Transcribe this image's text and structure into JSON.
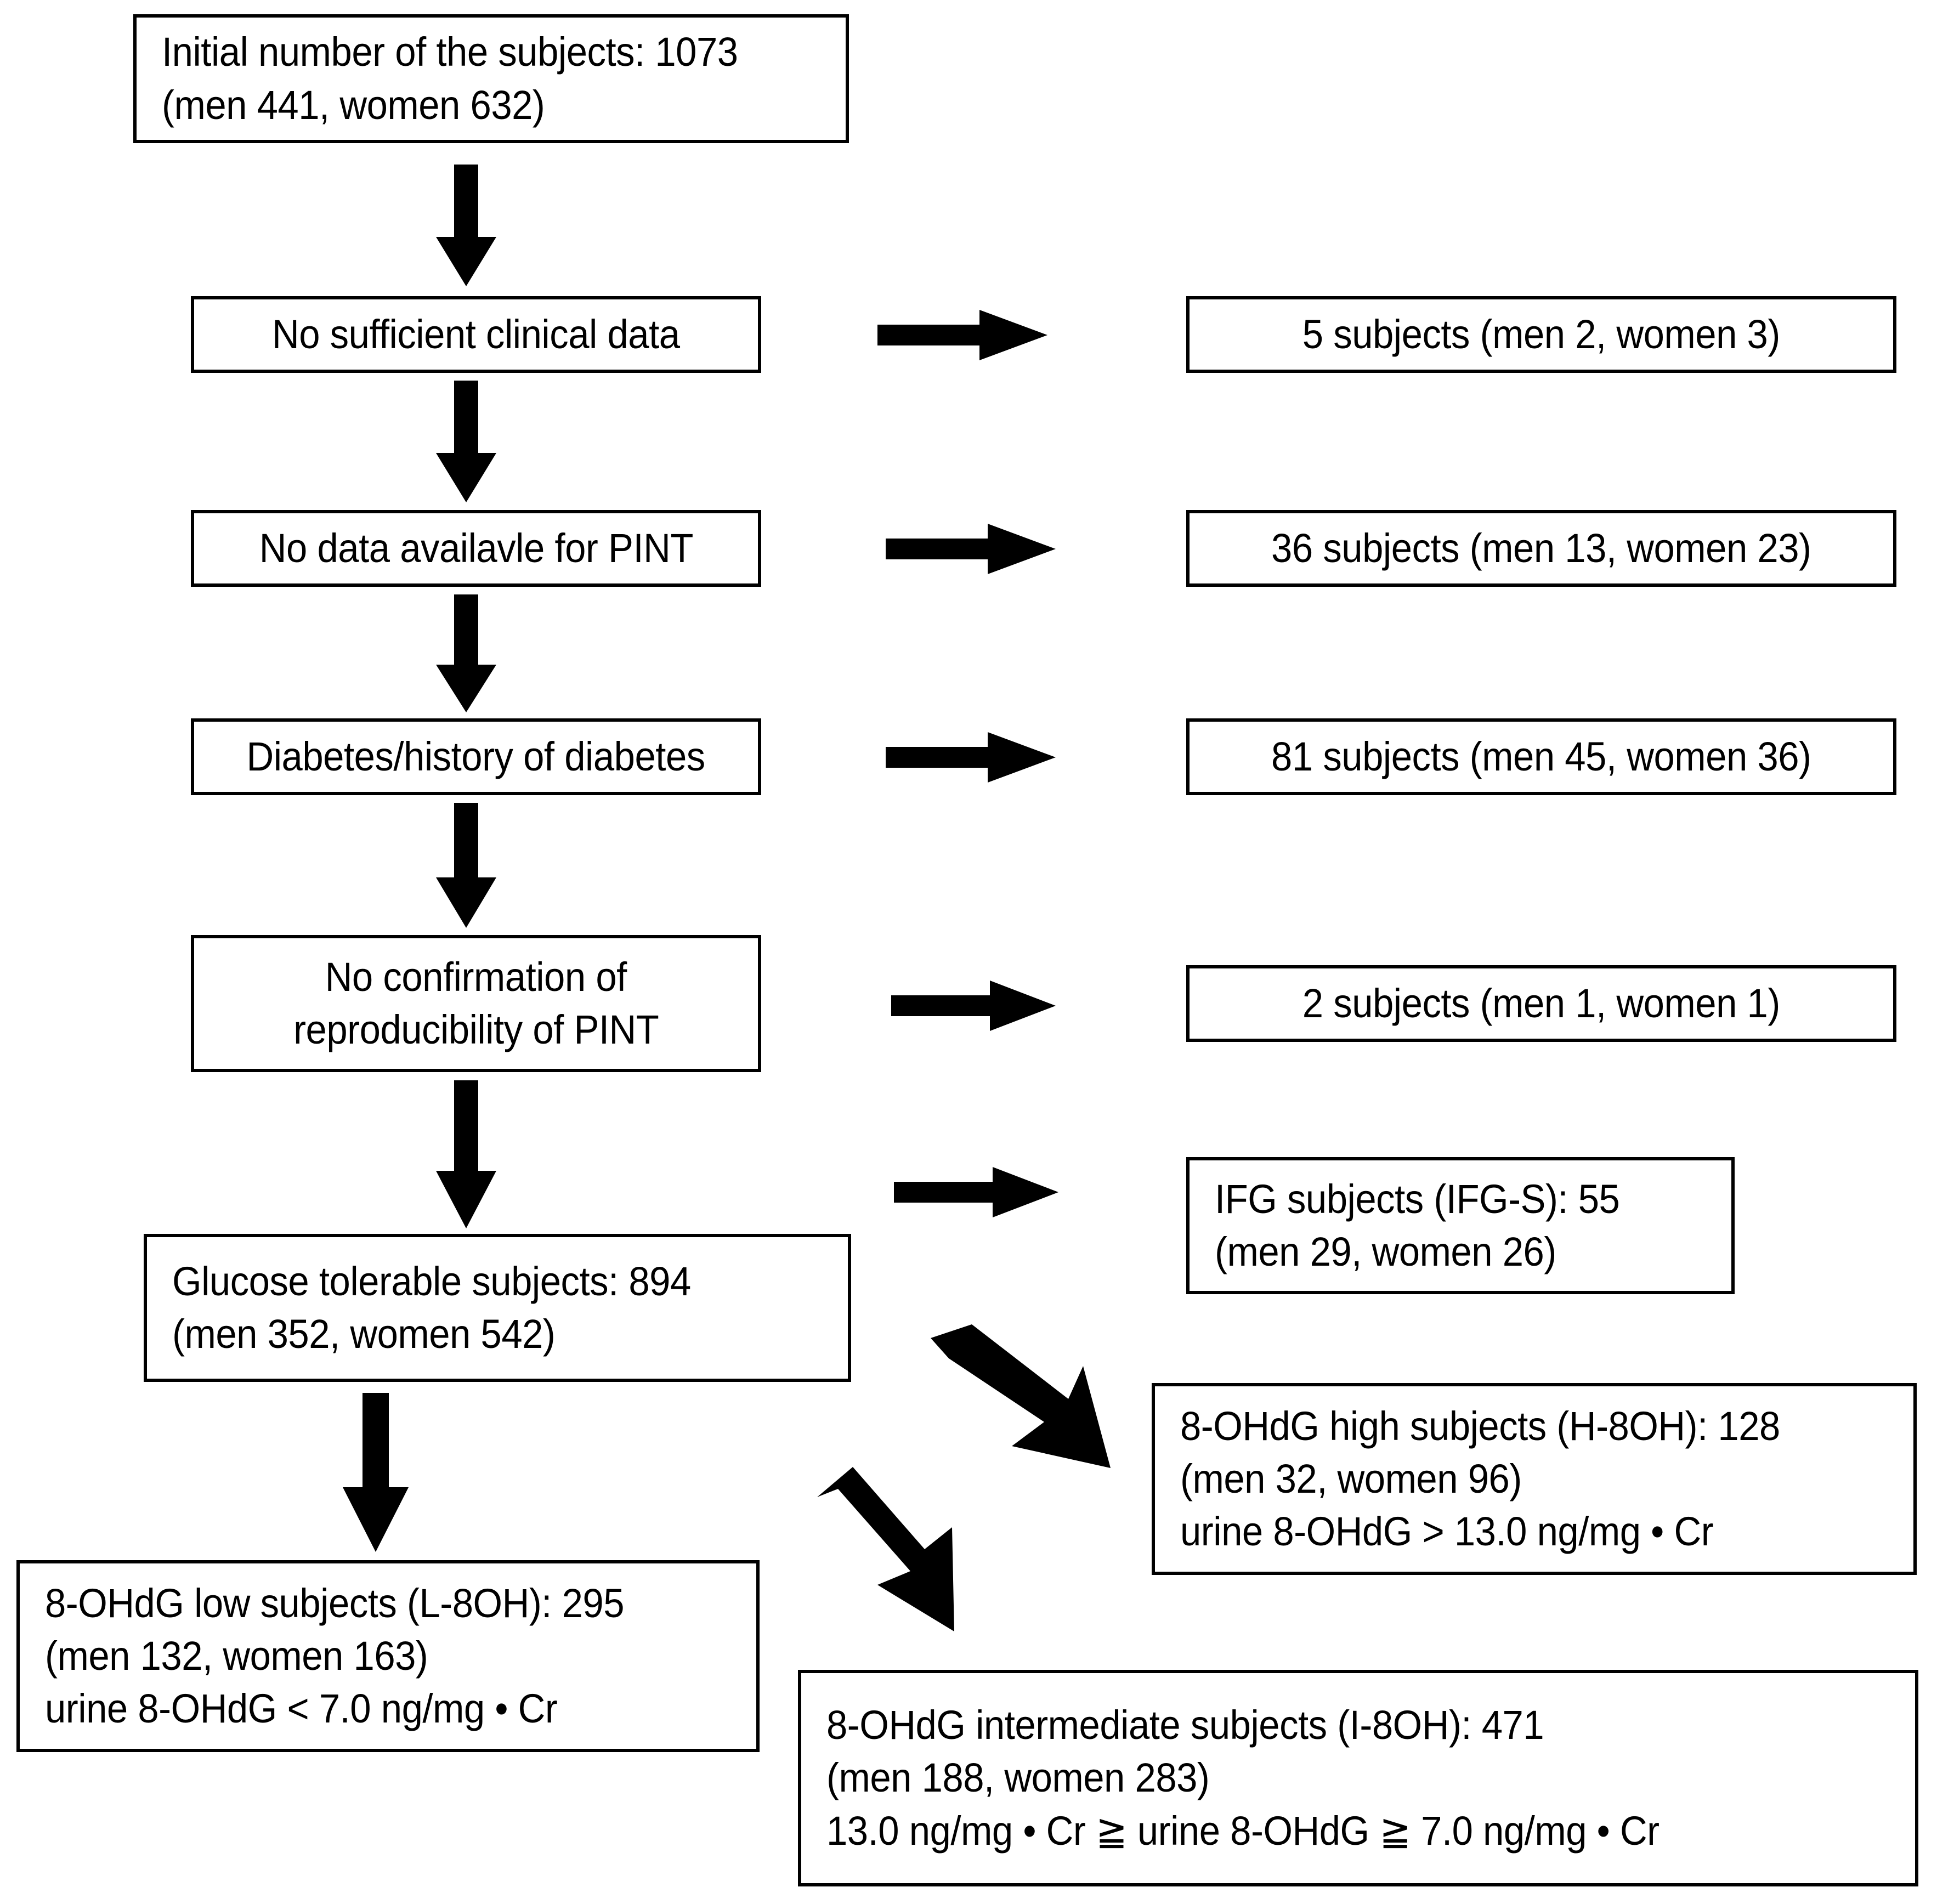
{
  "diagram": {
    "title": "Study subject selection flowchart",
    "type": "flowchart",
    "colors": {
      "box_border": "#000000",
      "box_fill": "#ffffff",
      "arrow": "#000000",
      "text": "#000000"
    },
    "nodes": {
      "initial": {
        "line1": "Initial number of the subjects: 1073",
        "line2": "(men 441, women 632)"
      },
      "exclusion_1": {
        "line1": "No sufficient clinical data"
      },
      "excluded_1": {
        "line1": "5 subjects (men 2, women 3)"
      },
      "exclusion_2": {
        "line1": "No data availavle for PINT"
      },
      "excluded_2": {
        "line1": "36 subjects (men 13, women 23)"
      },
      "exclusion_3": {
        "line1": "Diabetes/history of diabetes"
      },
      "excluded_3": {
        "line1": "81 subjects (men 45, women 36)"
      },
      "exclusion_4": {
        "line1": "No confirmation of",
        "line2": "reproducibility of PINT"
      },
      "excluded_4": {
        "line1": "2 subjects (men 1, women 1)"
      },
      "ifg": {
        "line1": "IFG subjects (IFG-S): 55",
        "line2": "(men 29, women 26)"
      },
      "glucose_tolerable": {
        "line1": "Glucose tolerable subjects: 894",
        "line2": "(men 352, women 542)"
      },
      "ohdg_high": {
        "line1": "8-OHdG high subjects (H-8OH): 128",
        "line2": "(men 32, women 96)",
        "line3": "urine 8-OHdG > 13.0 ng/mg • Cr"
      },
      "ohdg_low": {
        "line1": "8-OHdG low subjects (L-8OH): 295",
        "line2": "(men 132, women 163)",
        "line3": "urine 8-OHdG < 7.0 ng/mg • Cr"
      },
      "ohdg_intermediate": {
        "line1": "8-OHdG intermediate subjects (I-8OH): 471",
        "line2": "(men 188, women 283)",
        "line3": "13.0 ng/mg • Cr ≧ urine 8-OHdG ≧ 7.0 ng/mg • Cr"
      }
    },
    "edges": [
      {
        "name": "initial-to-exclusion-1",
        "direction": "down"
      },
      {
        "name": "exclusion-1-to-excluded-1",
        "direction": "right"
      },
      {
        "name": "exclusion-1-to-exclusion-2",
        "direction": "down"
      },
      {
        "name": "exclusion-2-to-excluded-2",
        "direction": "right"
      },
      {
        "name": "exclusion-2-to-exclusion-3",
        "direction": "down"
      },
      {
        "name": "exclusion-3-to-excluded-3",
        "direction": "right"
      },
      {
        "name": "exclusion-3-to-exclusion-4",
        "direction": "down"
      },
      {
        "name": "exclusion-4-to-excluded-4",
        "direction": "right"
      },
      {
        "name": "exclusion-4-to-glucose-tolerable",
        "direction": "down"
      },
      {
        "name": "glucose-to-ifg",
        "direction": "right"
      },
      {
        "name": "glucose-to-ohdg-high",
        "direction": "down-right"
      },
      {
        "name": "glucose-to-ohdg-low",
        "direction": "down"
      },
      {
        "name": "glucose-to-ohdg-intermediate",
        "direction": "down-right"
      }
    ]
  }
}
